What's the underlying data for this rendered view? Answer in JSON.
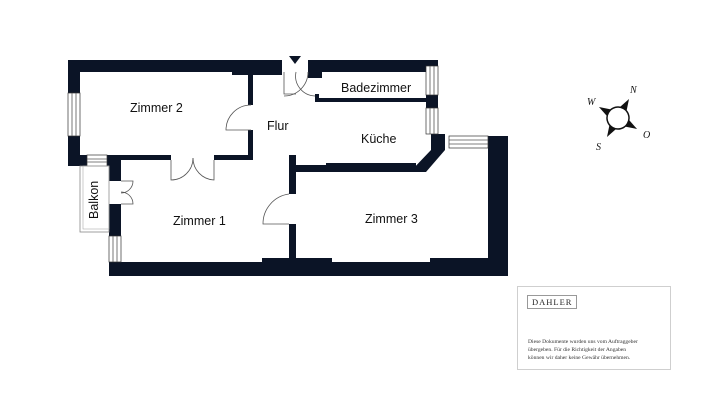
{
  "floorplan": {
    "rooms": [
      {
        "id": "zimmer2",
        "label": "Zimmer 2"
      },
      {
        "id": "flur",
        "label": "Flur"
      },
      {
        "id": "badezimmer",
        "label": "Badezimmer"
      },
      {
        "id": "kueche",
        "label": "Küche"
      },
      {
        "id": "balkon",
        "label": "Balkon"
      },
      {
        "id": "zimmer1",
        "label": "Zimmer 1"
      },
      {
        "id": "zimmer3",
        "label": "Zimmer 3"
      }
    ],
    "entrance_marker": "entrance-arrow"
  },
  "compass": {
    "north": "N",
    "west": "W",
    "south": "S",
    "east": "O"
  },
  "info_box": {
    "brand": "DAHLER",
    "disclaimer_lines": [
      "Diese Dokumente wurden uns vom Auftraggeber",
      "übergeben. Für die Richtigkeit der Angaben",
      "können wir daher keine Gewähr übernehmen."
    ]
  },
  "colors": {
    "wall": "#0b1426",
    "background": "#ffffff",
    "text": "#111111"
  }
}
